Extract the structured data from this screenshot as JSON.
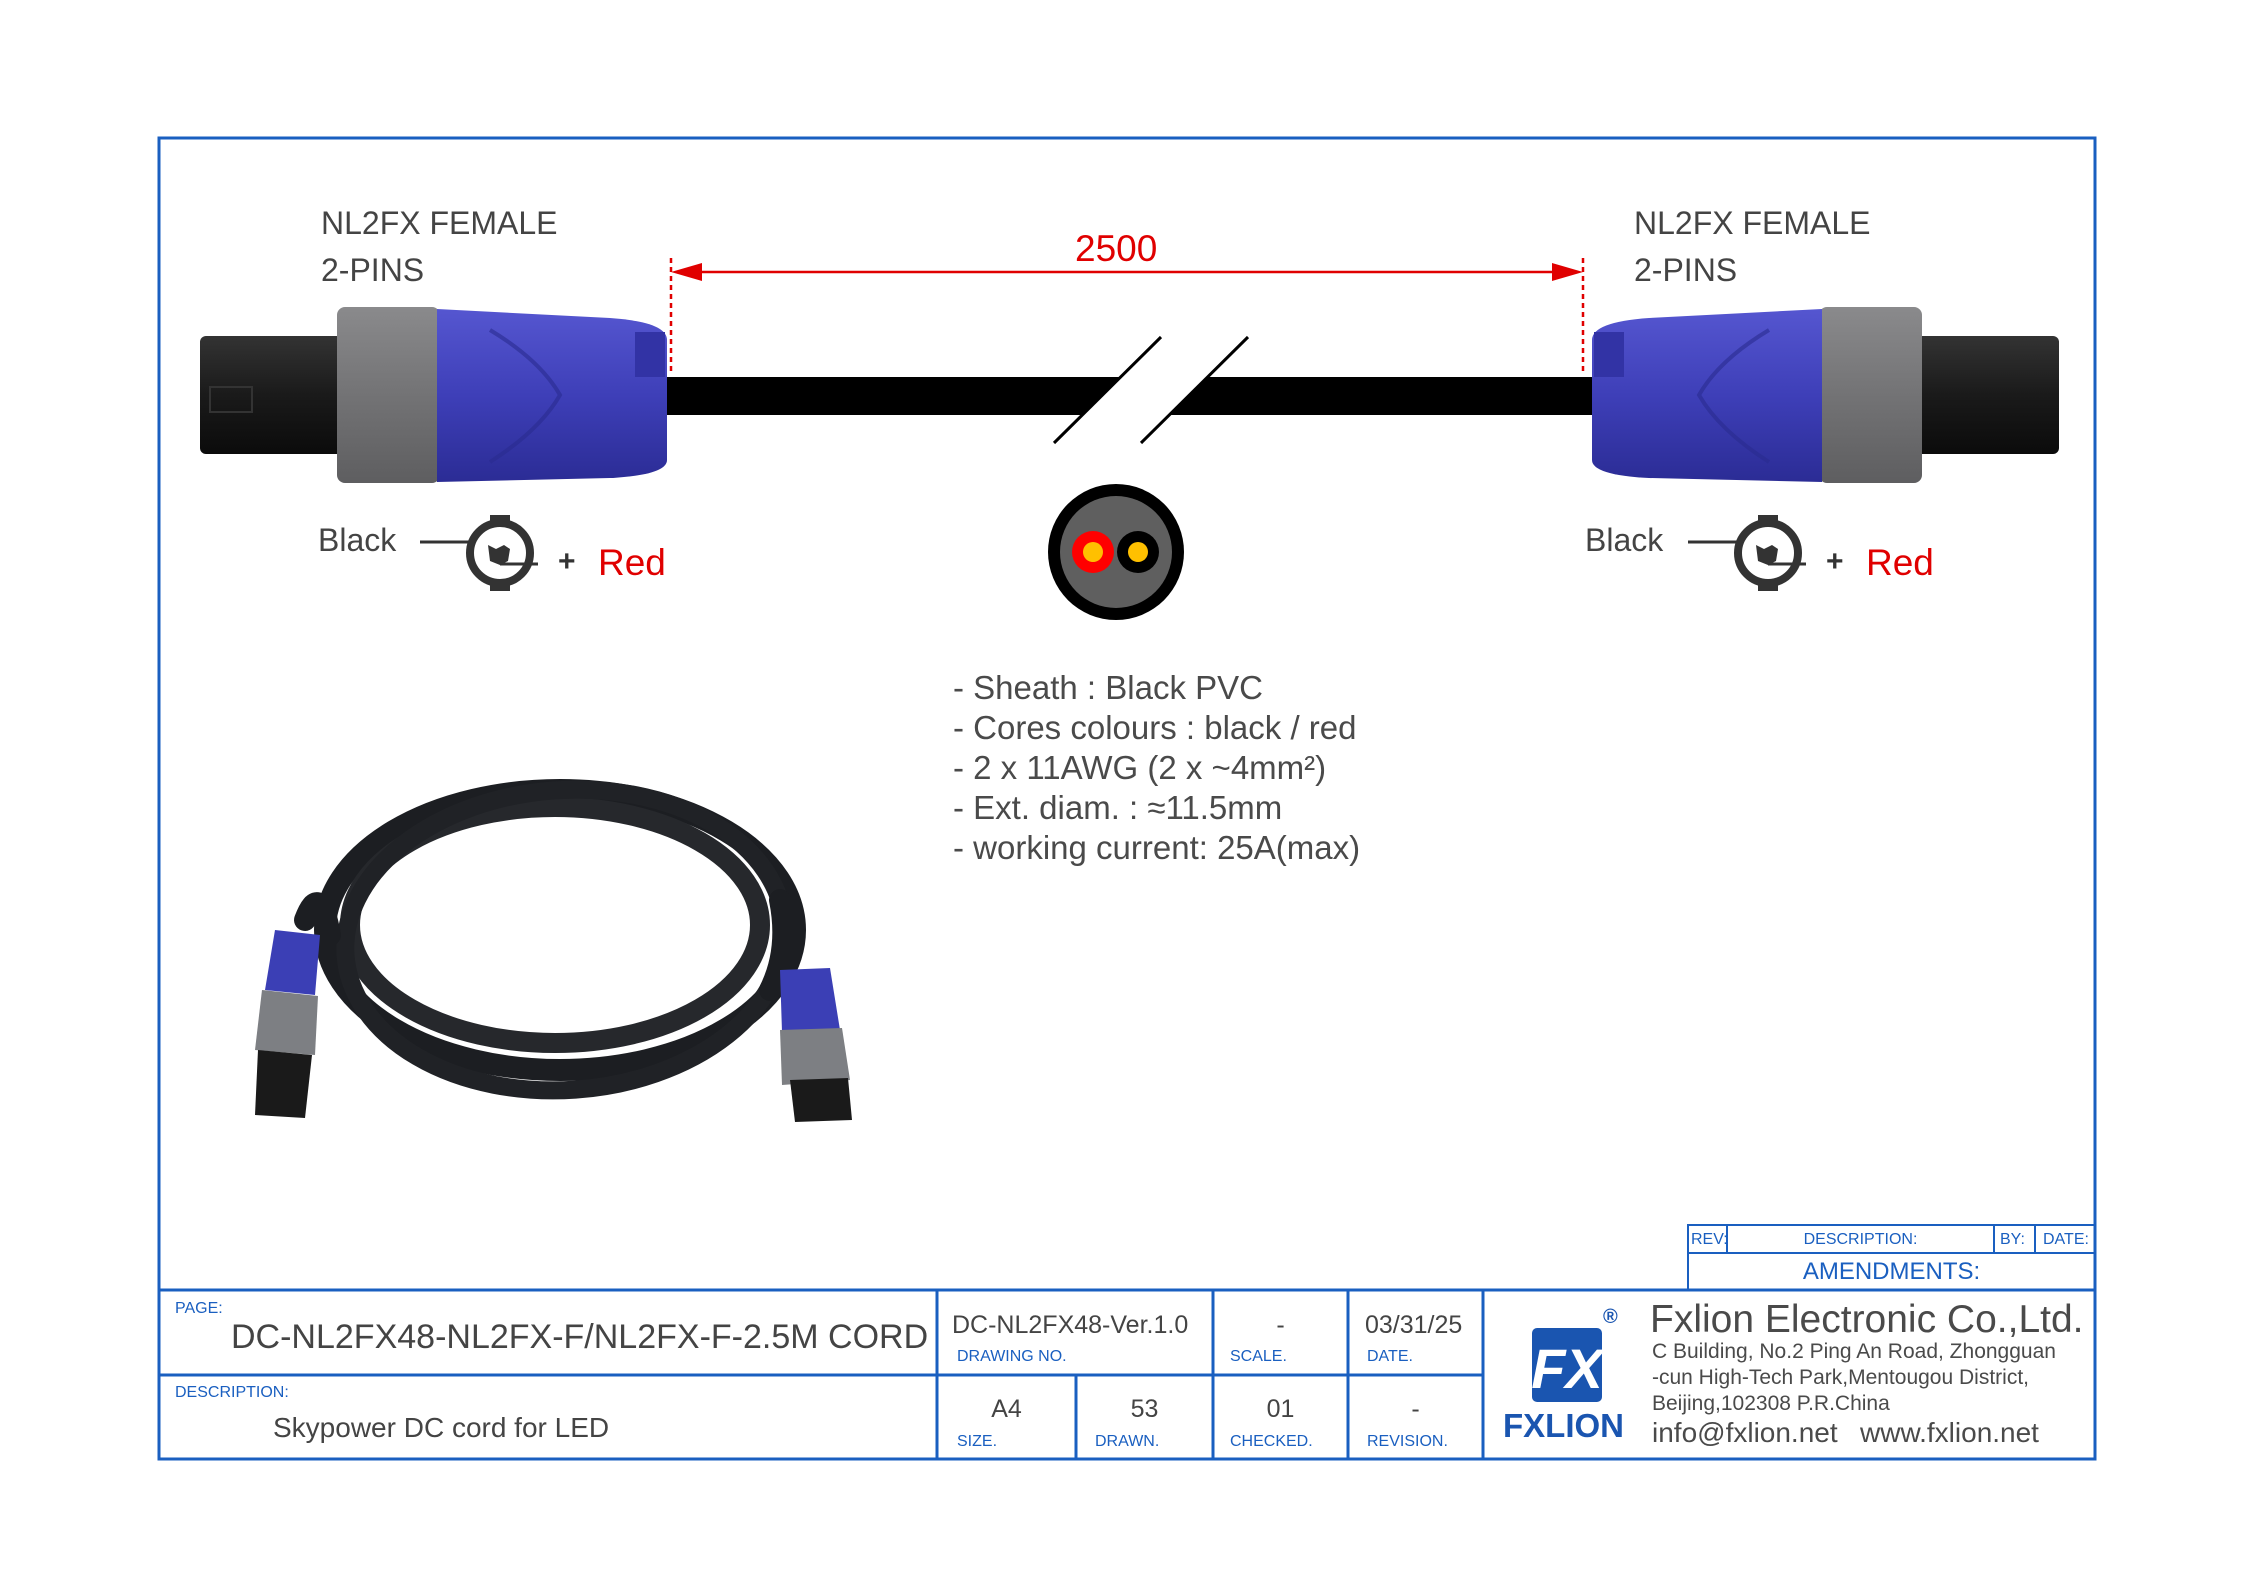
{
  "drawing": {
    "left_connector": {
      "name": "NL2FX FEMALE",
      "pins": "2-PINS",
      "black_label": "Black",
      "red_label": "Red",
      "minus": "-",
      "plus": "+"
    },
    "right_connector": {
      "name": "NL2FX FEMALE",
      "pins": "2-PINS",
      "black_label": "Black",
      "red_label": "Red",
      "minus": "-",
      "plus": "+"
    },
    "length_dimension": "2500",
    "specs": [
      "- Sheath : Black PVC",
      "- Cores colours : black / red",
      "- 2 x 11AWG (2 x ~4mm²)",
      "- Ext. diam. : ≈11.5mm",
      "- working current: 25A(max)"
    ],
    "colors": {
      "border": "#1a5fc0",
      "dimension": "#e00000",
      "connector_blue": "#3e3fb8",
      "connector_gray": "#7a7a7c",
      "core_red": "#ff0000",
      "core_yellow": "#ffc000"
    }
  },
  "amendments": {
    "rev": "REV:",
    "description": "DESCRIPTION:",
    "by": "BY:",
    "date": "DATE:",
    "title": "AMENDMENTS:"
  },
  "title_block": {
    "page_label": "PAGE:",
    "page_value": "DC-NL2FX48-NL2FX-F/NL2FX-F-2.5M CORD",
    "description_label": "DESCRIPTION:",
    "description_value": "Skypower DC cord for LED",
    "drawing_no_value": "DC-NL2FX48-Ver.1.0",
    "drawing_no_label": "DRAWING  NO.",
    "scale_value": "-",
    "scale_label": "SCALE.",
    "date_value": "03/31/25",
    "date_label": "DATE.",
    "size_value": "A4",
    "size_label": "SIZE.",
    "drawn_value": "53",
    "drawn_label": "DRAWN.",
    "checked_value": "01",
    "checked_label": "CHECKED.",
    "revision_value": "-",
    "revision_label": "REVISION."
  },
  "company": {
    "logo_mark": "FX",
    "logo_text": "FXLION",
    "registered": "®",
    "name": "Fxlion Electronic Co.,Ltd.",
    "address": [
      "C Building, No.2 Ping An Road, Zhongguan",
      "-cun High-Tech Park,Mentougou District,",
      "Beijing,102308 P.R.China"
    ],
    "email": "info@fxlion.net",
    "website": "www.fxlion.net"
  }
}
